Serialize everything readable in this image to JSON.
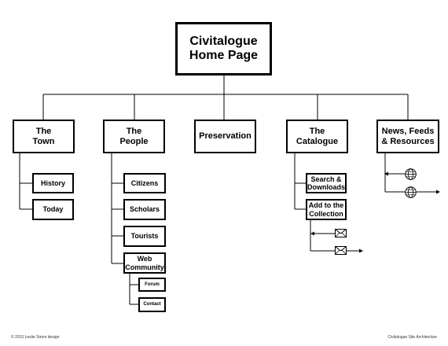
{
  "root": {
    "title": "Civitalogue\nHome Page"
  },
  "sections": {
    "town": "The\nTown",
    "people": "The\nPeople",
    "preservation": "Preservation",
    "catalogue": "The\nCatalogue",
    "news": "News, Feeds\n& Resources"
  },
  "town_items": {
    "history": "History",
    "today": "Today"
  },
  "people_items": {
    "citizens": "Citizens",
    "scholars": "Scholars",
    "tourists": "Tourists",
    "web_community": "Web\nCommunity",
    "forum": "Forum",
    "contact": "Contact"
  },
  "catalogue_items": {
    "search": "Search &\nDownloads",
    "add": "Add to the\nCollection"
  },
  "icons": {
    "globe": "globe-icon",
    "envelope": "envelope-icon"
  },
  "footer": {
    "left": "© 2013 Leslie Strom design",
    "right": "Civitalogue Site Architecture"
  }
}
